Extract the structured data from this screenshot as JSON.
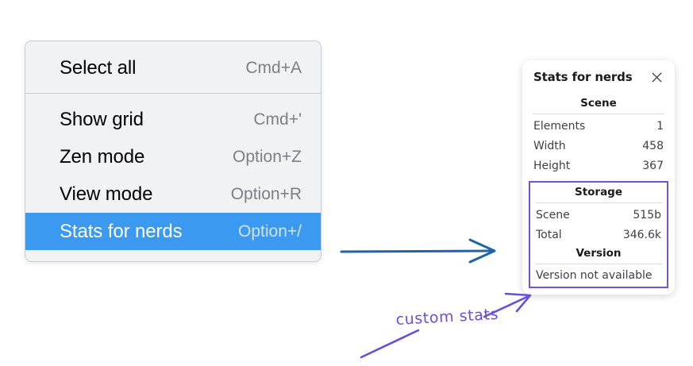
{
  "context_menu": {
    "groups": [
      {
        "items": [
          {
            "label": "Select all",
            "accel": "Cmd+A",
            "selected": false
          }
        ]
      },
      {
        "items": [
          {
            "label": "Show grid",
            "accel": "Cmd+'",
            "selected": false
          },
          {
            "label": "Zen mode",
            "accel": "Option+Z",
            "selected": false
          },
          {
            "label": "View mode",
            "accel": "Option+R",
            "selected": false
          },
          {
            "label": "Stats for nerds",
            "accel": "Option+/",
            "selected": true
          }
        ]
      }
    ],
    "selected_label": "Stats for nerds",
    "selected_accel": "Option+/"
  },
  "stats_panel": {
    "title": "Stats for nerds",
    "close_icon": "close-icon",
    "scene": {
      "heading": "Scene",
      "rows": [
        {
          "key": "Elements",
          "value": "1"
        },
        {
          "key": "Width",
          "value": "458"
        },
        {
          "key": "Height",
          "value": "367"
        }
      ]
    },
    "storage": {
      "heading": "Storage",
      "rows": [
        {
          "key": "Scene",
          "value": "515b"
        },
        {
          "key": "Total",
          "value": "346.6k"
        }
      ]
    },
    "version": {
      "heading": "Version",
      "text": "Version not available"
    }
  },
  "annotations": {
    "handwritten_note": "custom stats",
    "blue_arrow": "arrow-right-blue",
    "purple_arrow": "arrow-pointer-purple",
    "purple_underline": "underline-stroke-purple"
  },
  "colors": {
    "menu_background": "#f1f2f4",
    "menu_selected": "#3b99ef",
    "menu_accel_text": "#7c7f85",
    "panel_background": "#ffffff",
    "highlight_box_border": "#7553d8",
    "annotation_purple": "#6b4fd6",
    "annotation_blue": "#1f64a8"
  }
}
